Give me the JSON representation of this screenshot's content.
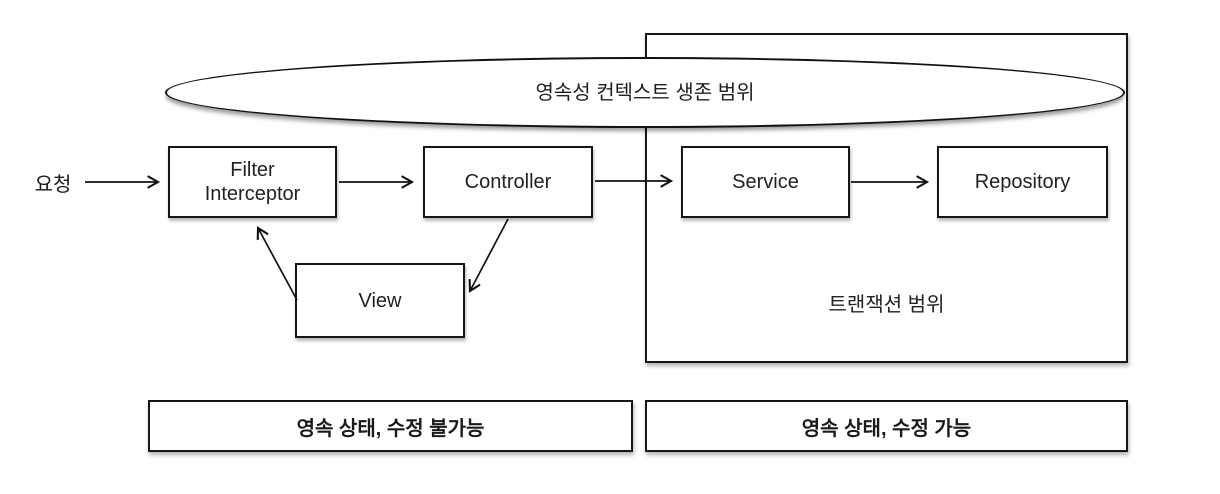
{
  "diagram": {
    "request_label": "요청",
    "persistence_scope_label": "영속성 컨텍스트 생존 범위",
    "transaction_scope_label": "트랜잭션 범위",
    "nodes": {
      "filter_line1": "Filter",
      "filter_line2": "Interceptor",
      "controller": "Controller",
      "service": "Service",
      "repository": "Repository",
      "view": "View"
    },
    "legends": {
      "left": "영속 상태, 수정 불가능",
      "right": "영속 상태, 수정 가능"
    },
    "colors": {
      "line": "#111111",
      "background": "#ffffff",
      "text": "#222222"
    }
  }
}
